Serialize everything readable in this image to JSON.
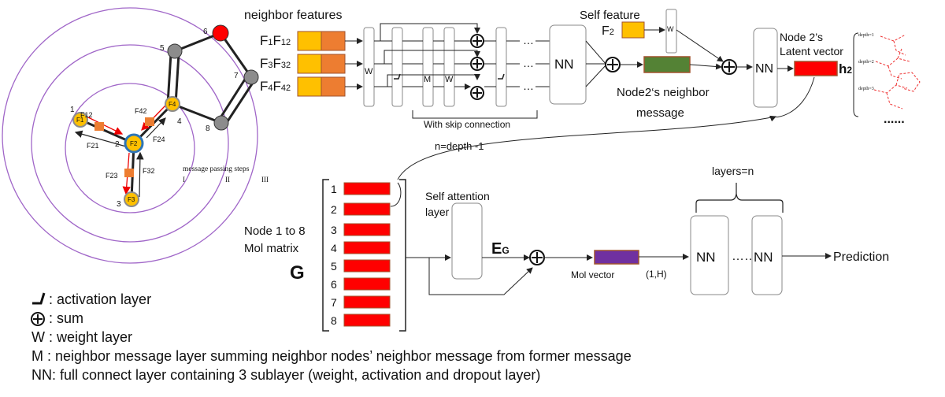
{
  "graph": {
    "node_labels": [
      "1",
      "2",
      "3",
      "4",
      "5",
      "6",
      "7",
      "8"
    ],
    "edge_labels": {
      "f12": "F12",
      "f42": "F42",
      "f21": "F21",
      "f24": "F24",
      "f23": "F23",
      "f32": "F32"
    },
    "node_feature_labels": {
      "n1": "F1",
      "n2": "F2",
      "n3": "F3",
      "n4": "F4"
    },
    "steps_label": "message passing steps",
    "steps": [
      "I",
      "II",
      "III"
    ]
  },
  "top": {
    "neighbor_features": "neighbor features",
    "inputs": [
      {
        "a": "F",
        "as": "1",
        "b": "F",
        "bs": "12"
      },
      {
        "a": "F",
        "as": "3",
        "b": "F",
        "bs": "32"
      },
      {
        "a": "F",
        "as": "4",
        "b": "F",
        "bs": "42"
      }
    ],
    "w": "W",
    "m": "M",
    "w2": "W",
    "ellipsis": "…",
    "nn": "NN",
    "skip": "With skip connection",
    "depth": "n=depth -1",
    "self_feature": "Self feature",
    "f2": "F",
    "f2s": "2",
    "w_small": "W",
    "neighbor_msg_1": "Node2‘s neighbor",
    "neighbor_msg_2": "message",
    "nn2": "NN",
    "latent_1": "Node 2’s",
    "latent_2": "Latent vector",
    "h": "h",
    "hs": "2",
    "depths": [
      "depth=1",
      "depth=2",
      "depth=3"
    ],
    "dots": "......"
  },
  "bottom": {
    "rows": [
      "1",
      "2",
      "3",
      "4",
      "5",
      "6",
      "7",
      "8"
    ],
    "mol_1": "Node 1 to 8",
    "mol_2": "Mol matrix",
    "g": "G",
    "attn_1": "Self attention",
    "attn_2": "layer",
    "eg": "E",
    "egs": "G",
    "mol_vector": "Mol vector",
    "shape": "(1,H)",
    "layers": "layers=n",
    "nn_a": "NN",
    "dots": "……",
    "nn_b": "NN",
    "prediction": "Prediction"
  },
  "legend": {
    "activation": ": activation layer",
    "sum": ": sum",
    "weight": "W : weight layer",
    "m": "M : neighbor message layer summing neighbor nodes’ neighbor message from former message",
    "nn": "NN: full connect layer containing 3 sublayer (weight, activation and dropout layer)"
  },
  "colors": {
    "feature": "#FFC000",
    "edge": "#ED7D31",
    "green": "#548235",
    "red": "#FF0000",
    "purple": "#7030A0",
    "ring": "#A066C8",
    "node": "#8C8C8C",
    "blue": "#2E75B6"
  }
}
